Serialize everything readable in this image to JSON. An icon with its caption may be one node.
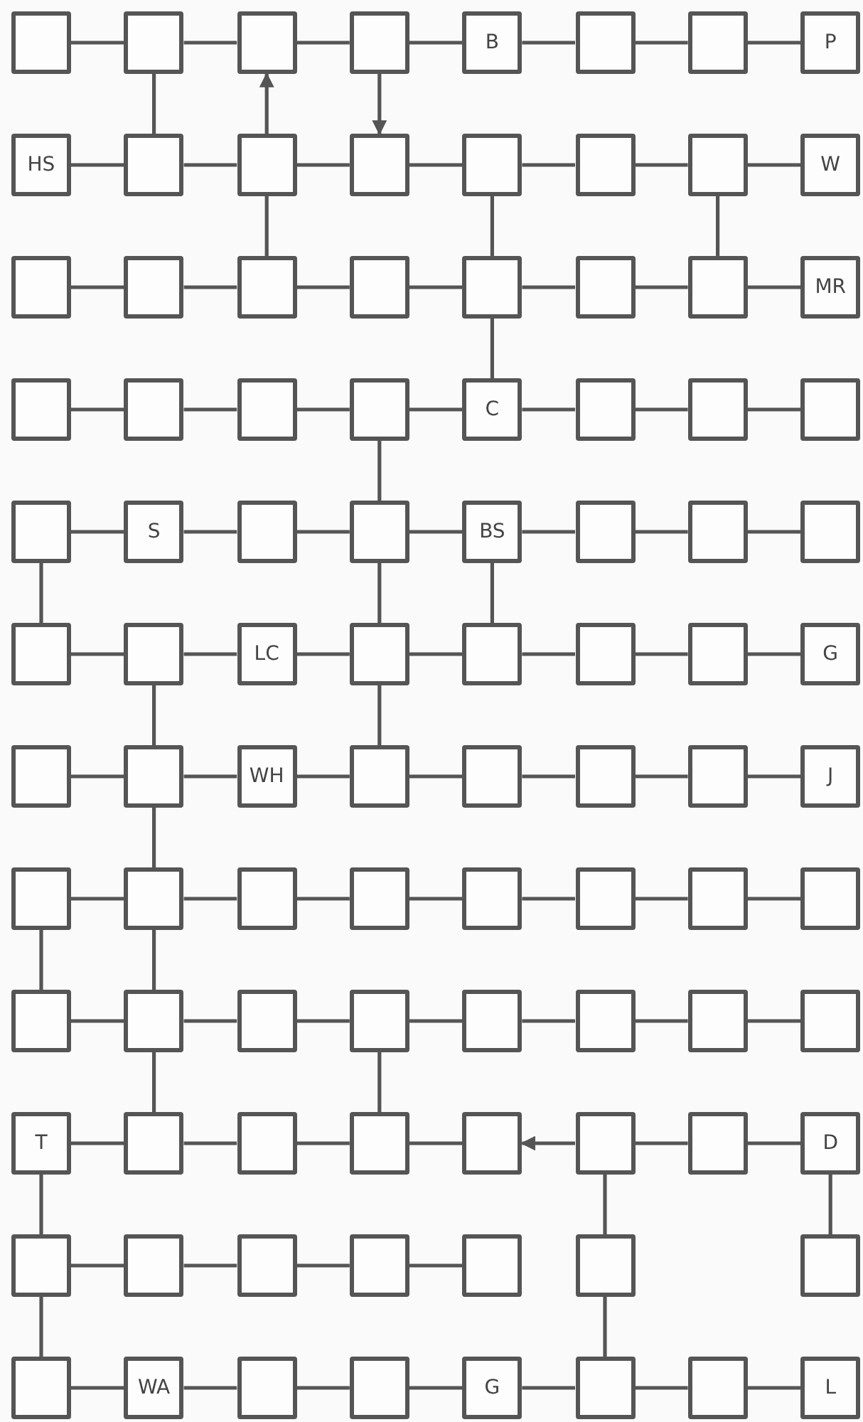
{
  "diagram": {
    "nodes": [
      {
        "text": [],
        "shape": "box"
      },
      {
        "text": [],
        "shape": "box"
      },
      {
        "text": [],
        "shape": "box"
      },
      {
        "text": [],
        "shape": "box"
      },
      {
        "text": [
          "B"
        ]
      },
      {
        "text": [],
        "shape": "box"
      },
      {
        "text": [],
        "shape": "box"
      },
      {
        "text": [
          "P"
        ]
      },
      {
        "text": [
          "HS"
        ]
      },
      {
        "text": [],
        "shape": "box"
      },
      {
        "text": [],
        "shape": "box"
      },
      {
        "text": [],
        "shape": "box"
      },
      {
        "text": [],
        "shape": "box"
      },
      {
        "text": [],
        "shape": "box"
      },
      {
        "text": [],
        "shape": "box"
      },
      {
        "text": [
          "W"
        ]
      },
      {
        "text": [],
        "shape": "box"
      },
      {
        "text": [],
        "shape": "box"
      },
      {
        "text": [],
        "shape": "box"
      },
      {
        "text": [],
        "shape": "box"
      },
      {
        "text": [],
        "shape": "box"
      },
      {
        "text": [],
        "shape": "box"
      },
      {
        "text": [],
        "shape": "box"
      },
      {
        "text": [
          "MR"
        ]
      },
      {
        "text": [],
        "shape": "box"
      },
      {
        "text": [],
        "shape": "box"
      },
      {
        "text": [],
        "shape": "box"
      },
      {
        "text": [],
        "shape": "box"
      },
      {
        "text": [
          "C"
        ]
      },
      {
        "text": [],
        "shape": "box"
      },
      {
        "text": [],
        "shape": "box"
      },
      {
        "text": [],
        "shape": "box"
      },
      {
        "text": [],
        "shape": "box"
      },
      {
        "text": [
          "S"
        ]
      },
      {
        "text": [],
        "shape": "box"
      },
      {
        "text": [],
        "shape": "box"
      },
      {
        "text": [
          "BS"
        ]
      },
      {
        "text": [],
        "shape": "box"
      },
      {
        "text": [],
        "shape": "box"
      },
      {
        "text": [],
        "shape": "box"
      },
      {
        "text": [],
        "shape": "box"
      },
      {
        "text": [],
        "shape": "box"
      },
      {
        "text": [
          "LC"
        ]
      },
      {
        "text": [],
        "shape": "box"
      },
      {
        "text": [],
        "shape": "box"
      },
      {
        "text": [],
        "shape": "box"
      },
      {
        "text": [],
        "shape": "box"
      },
      {
        "text": [
          "G"
        ]
      },
      {
        "text": [],
        "shape": "box"
      },
      {
        "text": [],
        "shape": "box"
      },
      {
        "text": [
          "WH"
        ]
      },
      {
        "text": [],
        "shape": "box"
      },
      {
        "text": [],
        "shape": "box"
      },
      {
        "text": [],
        "shape": "box"
      },
      {
        "text": [],
        "shape": "box"
      },
      {
        "text": [
          "J"
        ]
      },
      {
        "text": [],
        "shape": "box"
      },
      {
        "text": [],
        "shape": "box"
      },
      {
        "text": [],
        "shape": "box"
      },
      {
        "text": [],
        "shape": "box"
      },
      {
        "text": [],
        "shape": "box"
      },
      {
        "text": [],
        "shape": "box"
      },
      {
        "text": [],
        "shape": "box"
      },
      {
        "text": [],
        "shape": "box"
      },
      {
        "text": [],
        "shape": "box"
      },
      {
        "text": [],
        "shape": "box"
      },
      {
        "text": [],
        "shape": "box"
      },
      {
        "text": [],
        "shape": "box"
      },
      {
        "text": [],
        "shape": "box"
      },
      {
        "text": [],
        "shape": "box"
      },
      {
        "text": [],
        "shape": "box"
      },
      {
        "text": [],
        "shape": "box"
      },
      {
        "text": [
          "T"
        ]
      },
      {
        "text": [],
        "shape": "box"
      },
      {
        "text": [],
        "shape": "box"
      },
      {
        "text": [],
        "shape": "box"
      },
      {
        "text": [],
        "shape": "box"
      },
      {
        "text": [],
        "shape": "box"
      },
      {
        "text": [],
        "shape": "box"
      },
      {
        "text": [
          "D"
        ]
      },
      {
        "text": [],
        "shape": "box"
      },
      {
        "text": [],
        "shape": "box"
      },
      {
        "text": [],
        "shape": "box"
      },
      {
        "text": [],
        "shape": "box"
      },
      {
        "text": [],
        "shape": "box"
      },
      {
        "text": [],
        "shape": "box"
      },
      {
        "text": [],
        "shape": "box"
      },
      {
        "text": [],
        "shape": "box"
      },
      {
        "text": [
          "WA"
        ]
      },
      {
        "text": [],
        "shape": "box"
      },
      {
        "text": [],
        "shape": "box"
      },
      {
        "text": [
          "G"
        ]
      },
      {
        "text": [],
        "shape": "box"
      },
      {
        "text": [],
        "shape": "box"
      },
      {
        "text": [
          "L"
        ]
      }
    ],
    "edges": [
      {
        "from": 0,
        "to": 1,
        "arrow": "none"
      },
      {
        "from": 1,
        "to": 2,
        "arrow": "none"
      },
      {
        "from": 2,
        "to": 3,
        "arrow": "none"
      },
      {
        "from": 3,
        "to": 4,
        "arrow": "none"
      },
      {
        "from": 4,
        "to": 5,
        "arrow": "none"
      },
      {
        "from": 5,
        "to": 6,
        "arrow": "none"
      },
      {
        "from": 6,
        "to": 7,
        "arrow": "none"
      },
      {
        "from": 1,
        "to": 9,
        "arrow": "none"
      },
      {
        "from": 10,
        "to": 2,
        "arrow": "to"
      },
      {
        "from": 3,
        "to": 11,
        "arrow": "to"
      },
      {
        "from": 8,
        "to": 9,
        "arrow": "none"
      },
      {
        "from": 9,
        "to": 10,
        "arrow": "none"
      },
      {
        "from": 10,
        "to": 11,
        "arrow": "none"
      },
      {
        "from": 11,
        "to": 12,
        "arrow": "none"
      },
      {
        "from": 12,
        "to": 13,
        "arrow": "none"
      },
      {
        "from": 13,
        "to": 14,
        "arrow": "none"
      },
      {
        "from": 14,
        "to": 15,
        "arrow": "none"
      },
      {
        "from": 10,
        "to": 18,
        "arrow": "none"
      },
      {
        "from": 12,
        "to": 20,
        "arrow": "none"
      },
      {
        "from": 14,
        "to": 22,
        "arrow": "none"
      },
      {
        "from": 16,
        "to": 17,
        "arrow": "none"
      },
      {
        "from": 17,
        "to": 18,
        "arrow": "none"
      },
      {
        "from": 18,
        "to": 19,
        "arrow": "none"
      },
      {
        "from": 19,
        "to": 20,
        "arrow": "none"
      },
      {
        "from": 20,
        "to": 21,
        "arrow": "none"
      },
      {
        "from": 21,
        "to": 22,
        "arrow": "none"
      },
      {
        "from": 22,
        "to": 23,
        "arrow": "none"
      },
      {
        "from": 20,
        "to": 28,
        "arrow": "none"
      },
      {
        "from": 24,
        "to": 25,
        "arrow": "none"
      },
      {
        "from": 25,
        "to": 26,
        "arrow": "none"
      },
      {
        "from": 26,
        "to": 27,
        "arrow": "none"
      },
      {
        "from": 27,
        "to": 28,
        "arrow": "none"
      },
      {
        "from": 28,
        "to": 29,
        "arrow": "none"
      },
      {
        "from": 29,
        "to": 30,
        "arrow": "none"
      },
      {
        "from": 30,
        "to": 31,
        "arrow": "none"
      },
      {
        "from": 27,
        "to": 35,
        "arrow": "none"
      },
      {
        "from": 32,
        "to": 33,
        "arrow": "none"
      },
      {
        "from": 33,
        "to": 34,
        "arrow": "none"
      },
      {
        "from": 34,
        "to": 35,
        "arrow": "none"
      },
      {
        "from": 35,
        "to": 36,
        "arrow": "none"
      },
      {
        "from": 36,
        "to": 37,
        "arrow": "none"
      },
      {
        "from": 37,
        "to": 38,
        "arrow": "none"
      },
      {
        "from": 38,
        "to": 39,
        "arrow": "none"
      },
      {
        "from": 32,
        "to": 40,
        "arrow": "none"
      },
      {
        "from": 35,
        "to": 43,
        "arrow": "none"
      },
      {
        "from": 36,
        "to": 44,
        "arrow": "none"
      },
      {
        "from": 40,
        "to": 41,
        "arrow": "none"
      },
      {
        "from": 41,
        "to": 42,
        "arrow": "none"
      },
      {
        "from": 42,
        "to": 43,
        "arrow": "none"
      },
      {
        "from": 43,
        "to": 44,
        "arrow": "none"
      },
      {
        "from": 44,
        "to": 45,
        "arrow": "none"
      },
      {
        "from": 45,
        "to": 46,
        "arrow": "none"
      },
      {
        "from": 46,
        "to": 47,
        "arrow": "none"
      },
      {
        "from": 41,
        "to": 49,
        "arrow": "none"
      },
      {
        "from": 43,
        "to": 51,
        "arrow": "none"
      },
      {
        "from": 48,
        "to": 49,
        "arrow": "none"
      },
      {
        "from": 49,
        "to": 50,
        "arrow": "none"
      },
      {
        "from": 50,
        "to": 51,
        "arrow": "none"
      },
      {
        "from": 51,
        "to": 52,
        "arrow": "none"
      },
      {
        "from": 52,
        "to": 53,
        "arrow": "none"
      },
      {
        "from": 53,
        "to": 54,
        "arrow": "none"
      },
      {
        "from": 54,
        "to": 55,
        "arrow": "none"
      },
      {
        "from": 49,
        "to": 57,
        "arrow": "none"
      },
      {
        "from": 56,
        "to": 57,
        "arrow": "none"
      },
      {
        "from": 57,
        "to": 58,
        "arrow": "none"
      },
      {
        "from": 58,
        "to": 59,
        "arrow": "none"
      },
      {
        "from": 59,
        "to": 60,
        "arrow": "none"
      },
      {
        "from": 60,
        "to": 61,
        "arrow": "none"
      },
      {
        "from": 61,
        "to": 62,
        "arrow": "none"
      },
      {
        "from": 62,
        "to": 63,
        "arrow": "none"
      },
      {
        "from": 56,
        "to": 64,
        "arrow": "none"
      },
      {
        "from": 57,
        "to": 65,
        "arrow": "none"
      },
      {
        "from": 64,
        "to": 65,
        "arrow": "none"
      },
      {
        "from": 65,
        "to": 66,
        "arrow": "none"
      },
      {
        "from": 66,
        "to": 67,
        "arrow": "none"
      },
      {
        "from": 67,
        "to": 68,
        "arrow": "none"
      },
      {
        "from": 68,
        "to": 69,
        "arrow": "none"
      },
      {
        "from": 69,
        "to": 70,
        "arrow": "none"
      },
      {
        "from": 70,
        "to": 71,
        "arrow": "none"
      },
      {
        "from": 65,
        "to": 73,
        "arrow": "none"
      },
      {
        "from": 67,
        "to": 75,
        "arrow": "none"
      },
      {
        "from": 72,
        "to": 73,
        "arrow": "none"
      },
      {
        "from": 73,
        "to": 74,
        "arrow": "none"
      },
      {
        "from": 74,
        "to": 75,
        "arrow": "none"
      },
      {
        "from": 75,
        "to": 76,
        "arrow": "none"
      },
      {
        "from": 77,
        "to": 76,
        "arrow": "to"
      },
      {
        "from": 77,
        "to": 78,
        "arrow": "none"
      },
      {
        "from": 78,
        "to": 79,
        "arrow": "none"
      },
      {
        "from": 72,
        "to": 80,
        "arrow": "none"
      },
      {
        "from": 77,
        "to": 85,
        "arrow": "none"
      },
      {
        "from": 79,
        "to": 86,
        "arrow": "none"
      },
      {
        "from": 80,
        "to": 81,
        "arrow": "none"
      },
      {
        "from": 81,
        "to": 82,
        "arrow": "none"
      },
      {
        "from": 82,
        "to": 83,
        "arrow": "none"
      },
      {
        "from": 83,
        "to": 84,
        "arrow": "none"
      },
      {
        "from": 80,
        "to": 87,
        "arrow": "none"
      },
      {
        "from": 85,
        "to": 92,
        "arrow": "none"
      },
      {
        "from": 87,
        "to": 88,
        "arrow": "none"
      },
      {
        "from": 88,
        "to": 89,
        "arrow": "none"
      },
      {
        "from": 89,
        "to": 90,
        "arrow": "none"
      },
      {
        "from": 90,
        "to": 91,
        "arrow": "none"
      },
      {
        "from": 91,
        "to": 92,
        "arrow": "none"
      },
      {
        "from": 92,
        "to": 93,
        "arrow": "none"
      },
      {
        "from": 93,
        "to": 94,
        "arrow": "none"
      }
    ]
  }
}
